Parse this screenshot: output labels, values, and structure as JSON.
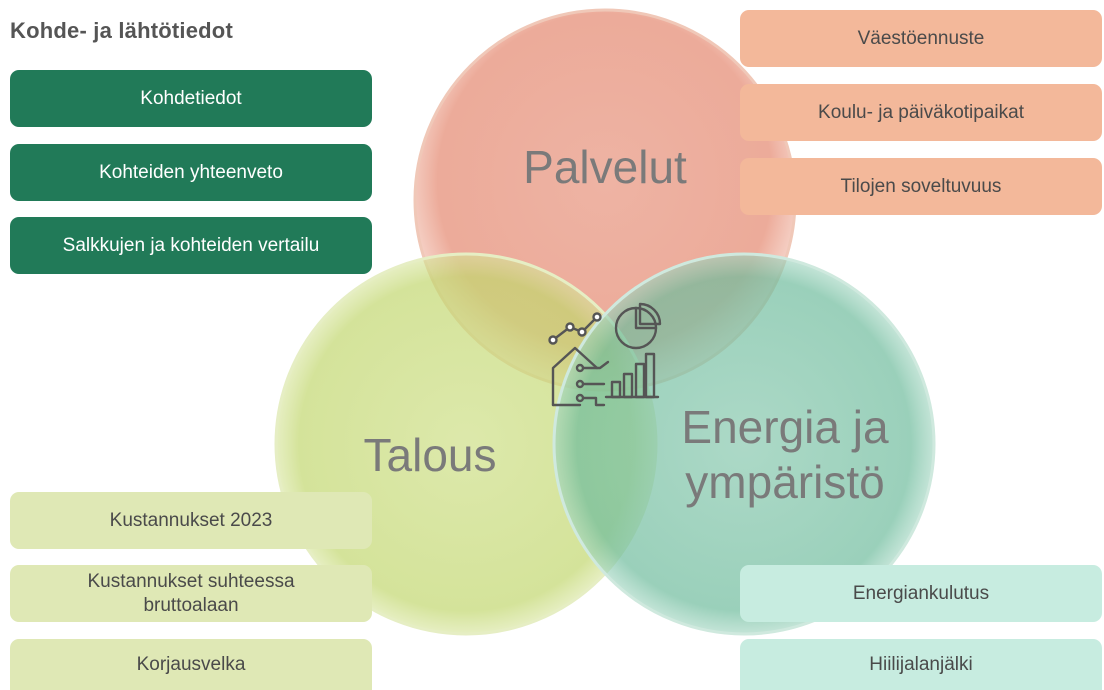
{
  "sidebar": {
    "title": "Kohde- ja lähtötiedot",
    "items": [
      {
        "label": "Kohdetiedot"
      },
      {
        "label": "Kohteiden yhteenveto"
      },
      {
        "label": "Salkkujen ja kohteiden vertailu"
      }
    ]
  },
  "services": {
    "label": "Palvelut",
    "items": [
      {
        "label": "Väestöennuste"
      },
      {
        "label": "Koulu- ja päiväkotipaikat"
      },
      {
        "label": "Tilojen soveltuvuus"
      }
    ]
  },
  "economy": {
    "label": "Talous",
    "items": [
      {
        "label": "Kustannukset 2023"
      },
      {
        "label": "Kustannukset suhteessa bruttoalaan"
      },
      {
        "label": "Korjausvelka"
      }
    ]
  },
  "energy": {
    "label": "Energia ja ympäristö",
    "items": [
      {
        "label": "Energiankulutus"
      },
      {
        "label": "Hiilijalanjälki"
      }
    ]
  },
  "center_icon": "house-chart-icon",
  "colors": {
    "green": "#217a58",
    "salmon": "#f3b89a",
    "lime": "#dfe8b5",
    "mint": "#c7ece0",
    "circle_services": "#e8927a",
    "circle_economy": "#c9dc7a",
    "circle_energy": "#7cc2a6"
  }
}
